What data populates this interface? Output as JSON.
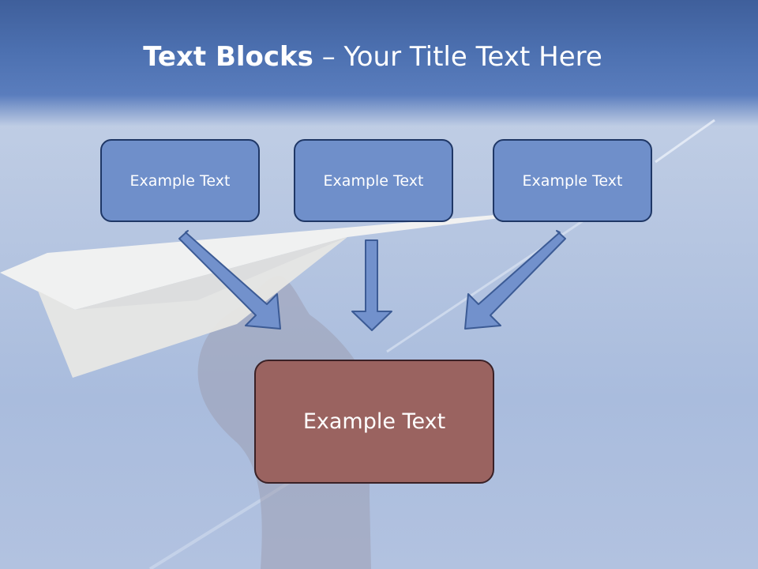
{
  "slide": {
    "title_bold": "Text Blocks",
    "title_rest": " – Your Title Text Here"
  },
  "diagram": {
    "top_boxes": [
      "Example Text",
      "Example Text",
      "Example Text"
    ],
    "bottom_box": "Example Text"
  },
  "colors": {
    "header": "#4c70b0",
    "top_box_fill": "#6f8fca",
    "top_box_border": "#1f3766",
    "bottom_box_fill": "#9a6360",
    "bottom_box_border": "#3a2126",
    "arrow_fill": "#7291cc",
    "arrow_stroke": "#3c5b95"
  }
}
